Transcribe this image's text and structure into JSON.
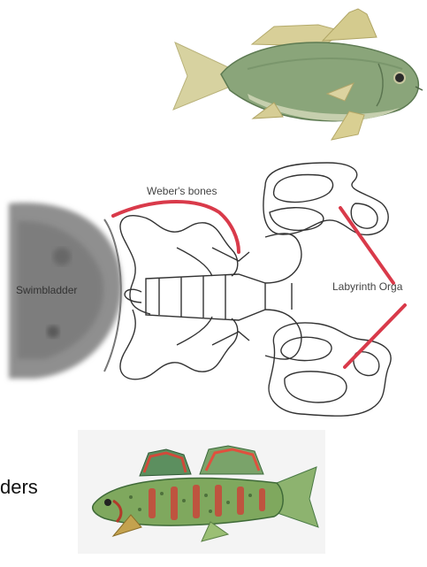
{
  "diagram": {
    "labels": {
      "webers_bones": "Weber's bones",
      "swimbladder": "Swimbladder",
      "labyrinth_organ": "Labyrinth Orga"
    }
  },
  "caption": {
    "text": "ders"
  },
  "colors": {
    "annotation_line": "#d93a4a",
    "outline": "#333333"
  },
  "icons": {
    "top_fish": "drum-fish-illustration",
    "bottom_fish": "darter-fish-illustration"
  }
}
